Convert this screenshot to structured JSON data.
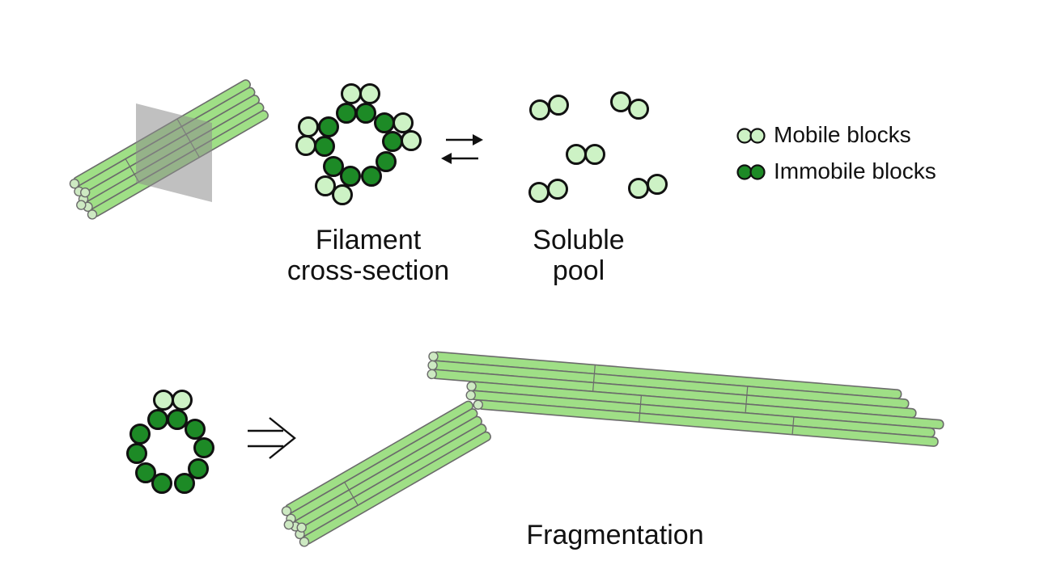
{
  "labels": {
    "cross_section_line1": "Filament",
    "cross_section_line2": "cross-section",
    "pool_line1": "Soluble",
    "pool_line2": "pool",
    "fragmentation": "Fragmentation"
  },
  "legend": {
    "mobile": "Mobile blocks",
    "immobile": "Immobile blocks"
  },
  "colors": {
    "mobile_fill": "#cdf2c5",
    "immobile_fill": "#1d8a26",
    "filament_fill": "#9fdf86",
    "filament_stroke": "#6b6b6b",
    "plane_fill": "#8c8c8c",
    "outline": "#111111"
  },
  "icons": [
    "equilibrium-arrows-icon",
    "implies-arrow-icon"
  ]
}
